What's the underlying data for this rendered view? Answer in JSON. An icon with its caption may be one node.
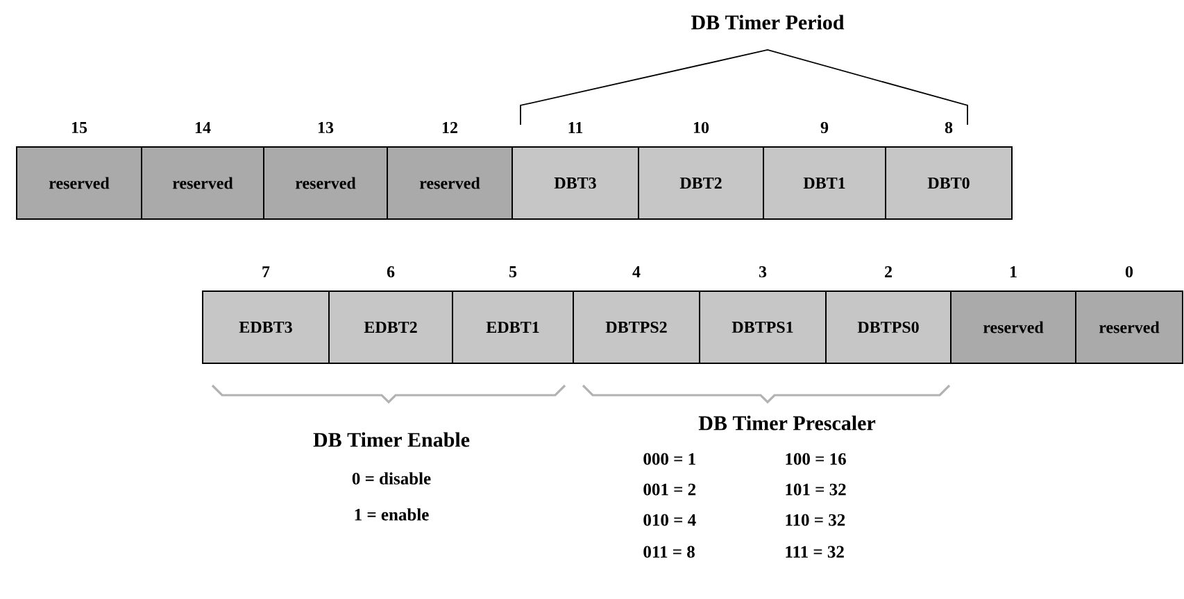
{
  "diagram": {
    "nodes": [
      {
        "text": [
          "15",
          "reserved"
        ]
      },
      {
        "text": [
          "14",
          "reserved"
        ]
      },
      {
        "text": [
          "13",
          "reserved"
        ]
      },
      {
        "text": [
          "12",
          "reserved"
        ]
      },
      {
        "text": [
          "11",
          "DBT3"
        ]
      },
      {
        "text": [
          "10",
          "DBT2"
        ]
      },
      {
        "text": [
          "9",
          "DBT1"
        ]
      },
      {
        "text": [
          "8",
          "DBT0"
        ]
      },
      {
        "text": [
          "7",
          "EDBT3"
        ]
      },
      {
        "text": [
          "6",
          "EDBT2"
        ]
      },
      {
        "text": [
          "5",
          "EDBT1"
        ]
      },
      {
        "text": [
          "4",
          "DBTPS2"
        ]
      },
      {
        "text": [
          "3",
          "DBTPS1"
        ]
      },
      {
        "text": [
          "2",
          "DBTPS0"
        ]
      },
      {
        "text": [
          "1",
          "reserved"
        ]
      },
      {
        "text": [
          "0",
          "reserved"
        ]
      }
    ],
    "edges": [],
    "labels": [
      "DB Timer Period",
      "DB Timer Enable",
      "0 = disable",
      "1 = enable",
      "DB Timer Prescaler",
      "000 = 1",
      "100 = 16",
      "001 = 2",
      "101 = 32",
      "010 = 4",
      "110 = 32",
      "011 = 8",
      "111 = 32"
    ]
  }
}
